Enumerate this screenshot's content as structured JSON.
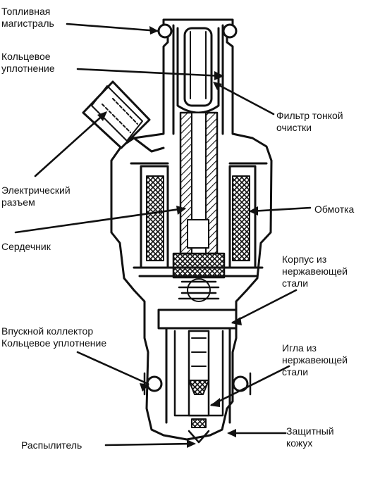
{
  "labels": {
    "fuel_rail": [
      "Топливная",
      "магистраль"
    ],
    "o_ring_top": [
      "Кольцевое",
      "уплотнение"
    ],
    "fine_filter": [
      "Фильтр тонкой",
      "очистки"
    ],
    "electrical_connector": [
      "Электрический",
      "разъем"
    ],
    "coil": [
      "Обмотка"
    ],
    "core": [
      "Сердечник"
    ],
    "stainless_body": [
      "Корпус из",
      "нержавеющей",
      "стали"
    ],
    "intake_manifold_oring": [
      "Впускной коллектор",
      "Кольцевое уплотнение"
    ],
    "stainless_needle": [
      "Игла из",
      "нержавеющей",
      "стали"
    ],
    "sprayer": [
      "Распылитель"
    ],
    "protective_cover": [
      "Защитный",
      "кожух"
    ]
  },
  "colors": {
    "ink": "#111111",
    "paper": "#ffffff"
  }
}
